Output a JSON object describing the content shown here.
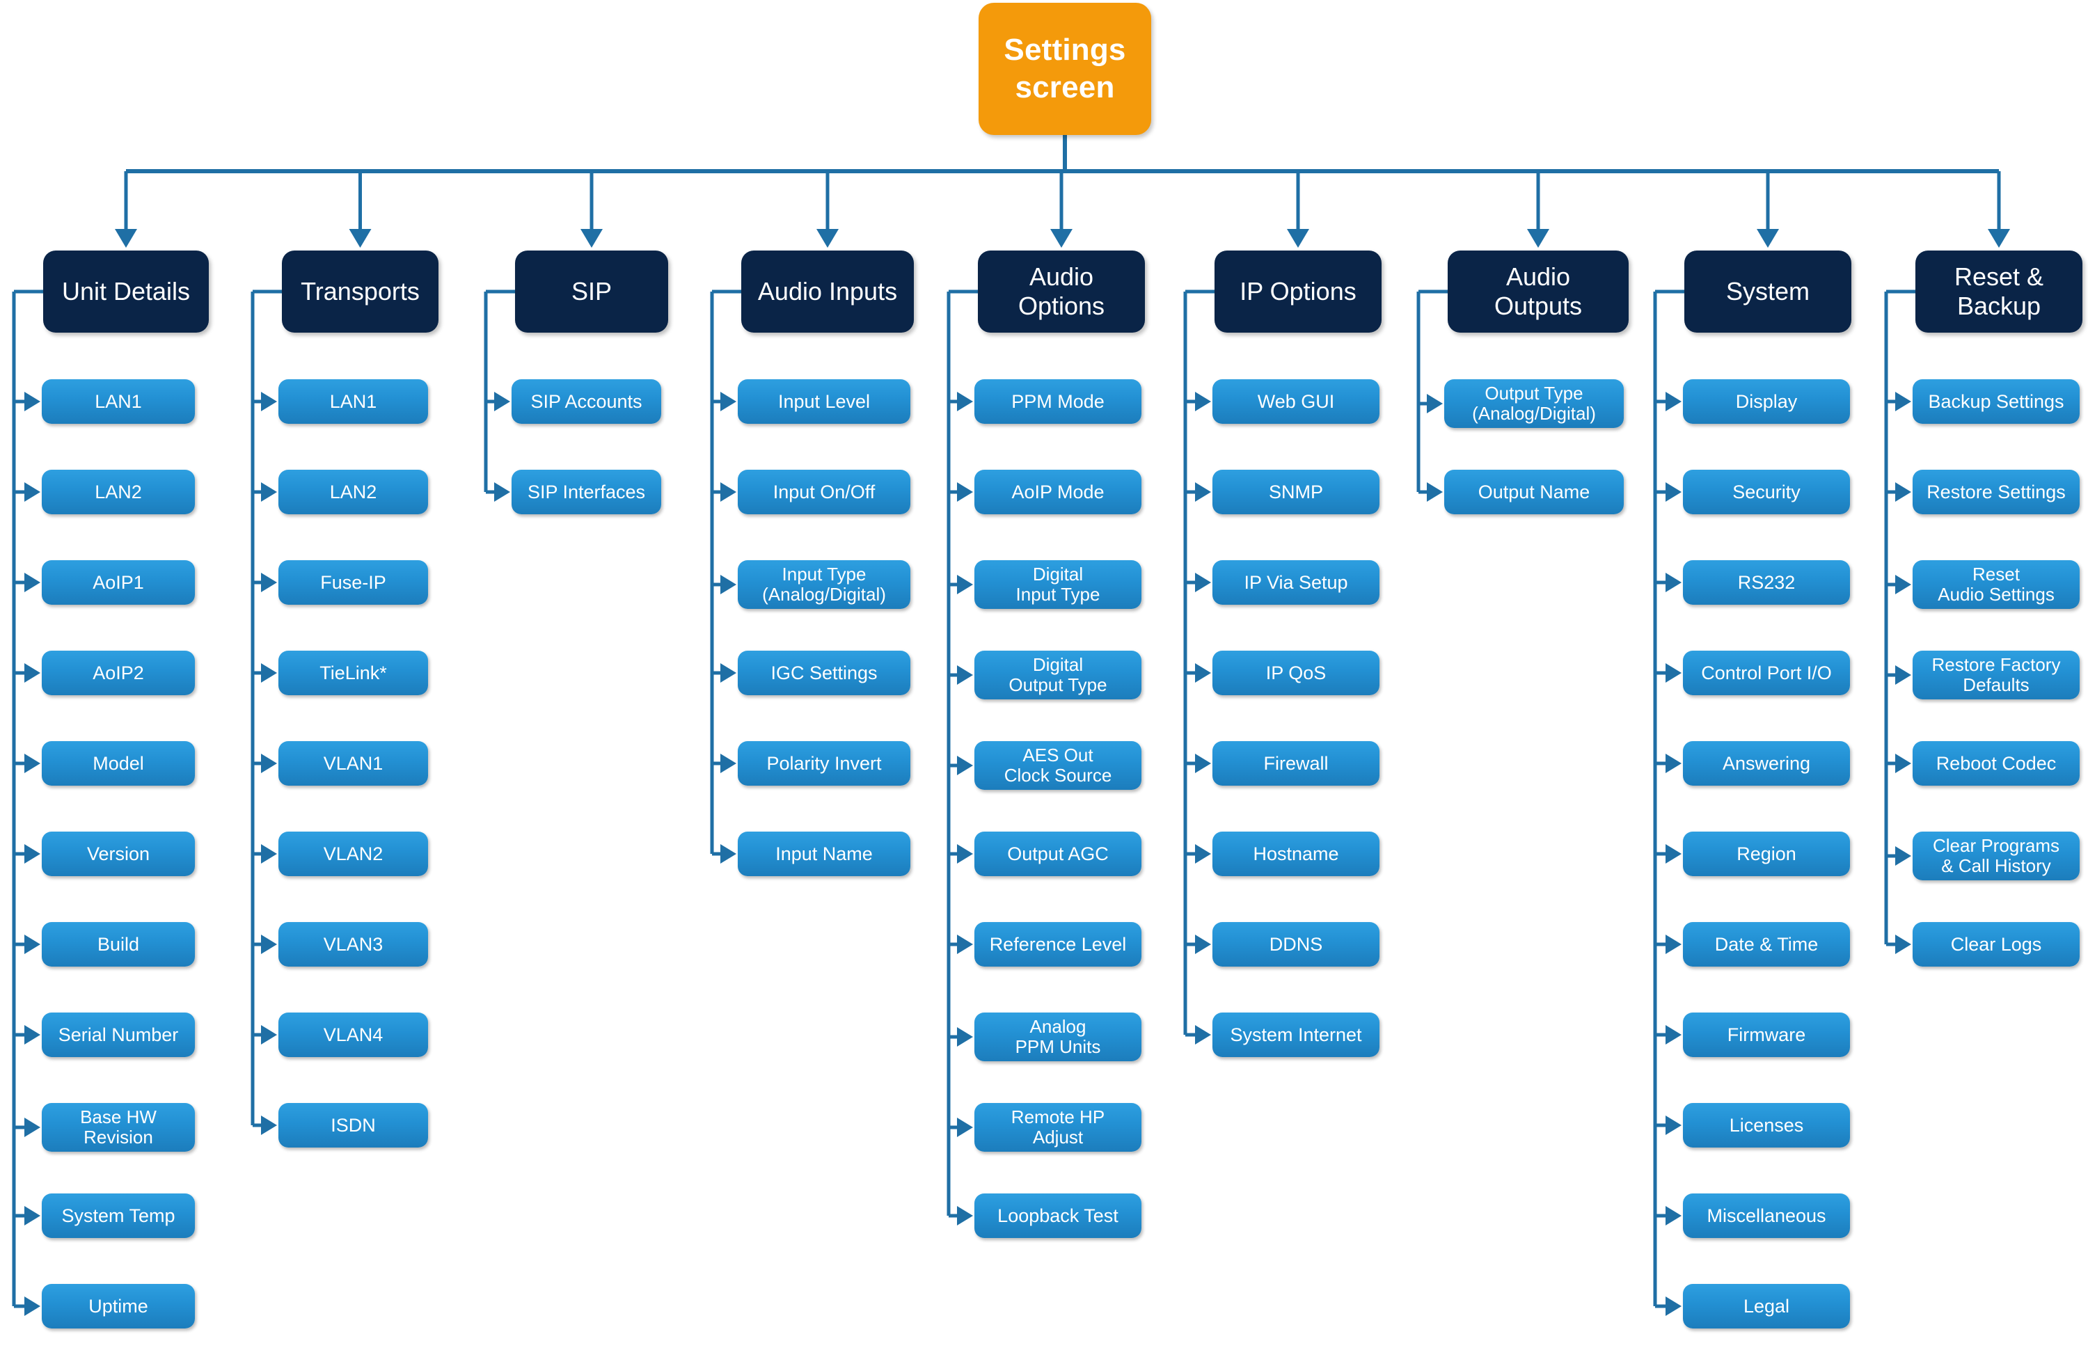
{
  "diagram": {
    "title": "Settings screen menu tree",
    "type": "tree",
    "colors": {
      "root_fill": "#F49A0B",
      "header_fill": "#0A2447",
      "child_fill_top": "#2E9FE0",
      "child_fill_bottom": "#1C7DBC",
      "connector": "#1F6FA5",
      "text": "#FFFFFF",
      "background": "#FFFFFF"
    },
    "root": {
      "label": "Settings\nscreen"
    },
    "columns": [
      {
        "key": "unit_details",
        "header": "Unit Details",
        "items": [
          "LAN1",
          "LAN2",
          "AoIP1",
          "AoIP2",
          "Model",
          "Version",
          "Build",
          "Serial Number",
          "Base HW\nRevision",
          "System Temp",
          "Uptime"
        ]
      },
      {
        "key": "transports",
        "header": "Transports",
        "items": [
          "LAN1",
          "LAN2",
          "Fuse-IP",
          "TieLink*",
          "VLAN1",
          "VLAN2",
          "VLAN3",
          "VLAN4",
          "ISDN"
        ]
      },
      {
        "key": "sip",
        "header": "SIP",
        "items": [
          "SIP Accounts",
          "SIP Interfaces"
        ]
      },
      {
        "key": "audio_inputs",
        "header": "Audio Inputs",
        "items": [
          "Input Level",
          "Input On/Off",
          "Input Type\n(Analog/Digital)",
          "IGC Settings",
          "Polarity Invert",
          "Input Name"
        ]
      },
      {
        "key": "audio_options",
        "header": "Audio\nOptions",
        "items": [
          "PPM Mode",
          "AoIP Mode",
          "Digital\nInput Type",
          "Digital\nOutput Type",
          "AES Out\nClock Source",
          "Output AGC",
          "Reference Level",
          "Analog\nPPM Units",
          "Remote HP\nAdjust",
          "Loopback Test"
        ]
      },
      {
        "key": "ip_options",
        "header": "IP Options",
        "items": [
          "Web GUI",
          "SNMP",
          "IP Via Setup",
          "IP QoS",
          "Firewall",
          "Hostname",
          "DDNS",
          "System Internet"
        ]
      },
      {
        "key": "audio_outputs",
        "header": "Audio\nOutputs",
        "items": [
          "Output Type\n(Analog/Digital)",
          "Output Name"
        ]
      },
      {
        "key": "system",
        "header": "System",
        "items": [
          "Display",
          "Security",
          "RS232",
          "Control Port I/O",
          "Answering",
          "Region",
          "Date & Time",
          "Firmware",
          "Licenses",
          "Miscellaneous",
          "Legal"
        ]
      },
      {
        "key": "reset_backup",
        "header": "Reset &\nBackup",
        "items": [
          "Backup Settings",
          "Restore Settings",
          "Reset\nAudio Settings",
          "Restore Factory\nDefaults",
          "Reboot Codec",
          "Clear Programs\n& Call History",
          "Clear Logs"
        ]
      }
    ]
  }
}
